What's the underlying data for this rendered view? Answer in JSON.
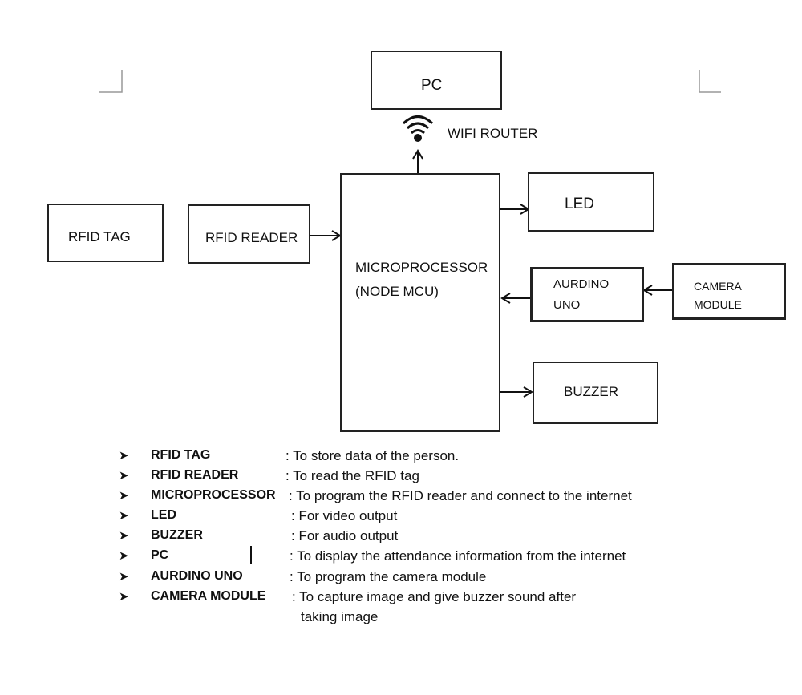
{
  "blocks": {
    "pc": "PC",
    "wifi_router": "WIFI ROUTER",
    "led": "LED",
    "rfid_tag": "RFID TAG",
    "rfid_reader": "RFID READER",
    "microprocessor_line1": "MICROPROCESSOR",
    "microprocessor_line2": "(NODE MCU)",
    "aurdino_line1": "AURDINO",
    "aurdino_line2": "UNO",
    "camera_line1": "CAMERA",
    "camera_line2": "MODULE",
    "buzzer": "BUZZER"
  },
  "legend": [
    {
      "term": "RFID TAG",
      "desc": ": To store data of the person."
    },
    {
      "term": "RFID READER",
      "desc": ": To read the RFID tag"
    },
    {
      "term": "MICROPROCESSOR",
      "desc": ": To program the RFID reader and connect to the internet"
    },
    {
      "term": "LED",
      "desc": ": For video output"
    },
    {
      "term": "BUZZER",
      "desc": ": For audio output"
    },
    {
      "term": "PC",
      "desc": ": To display the attendance information from the internet"
    },
    {
      "term": "AURDINO UNO",
      "desc": ": To program the camera module"
    },
    {
      "term": "CAMERA MODULE",
      "desc": ": To capture image and give buzzer sound after"
    }
  ],
  "legend_continuation": "taking image",
  "icons": {
    "wifi": "wifi-icon",
    "bullet": "arrowhead-bullet-icon",
    "cursor": "text-cursor-icon"
  }
}
